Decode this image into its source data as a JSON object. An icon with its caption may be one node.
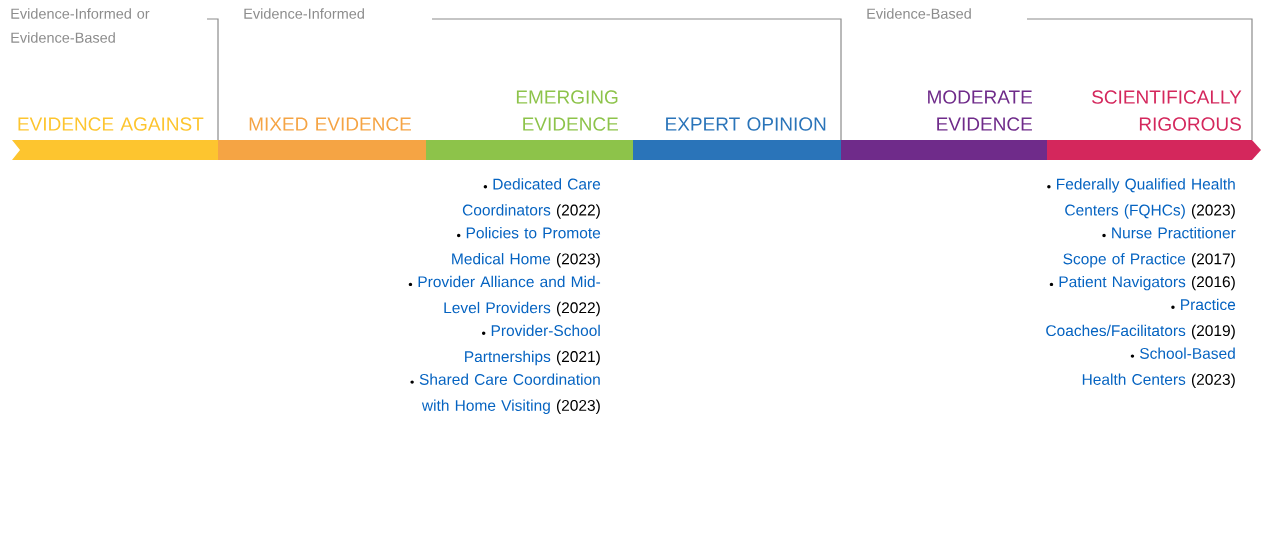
{
  "diagram": {
    "nodes": [
      {
        "text": [
          "EVIDENCE AGAINST"
        ]
      },
      {
        "text": [
          "MIXED EVIDENCE"
        ]
      },
      {
        "text": [
          "EMERGING EVIDENCE"
        ]
      },
      {
        "text": [
          "EXPERT OPINION"
        ]
      },
      {
        "text": [
          "MODERATE EVIDENCE"
        ]
      },
      {
        "text": [
          "SCIENTIFICALLY RIGOROUS"
        ]
      }
    ],
    "labels": [
      "Evidence-Informed or Evidence-Based",
      "Evidence-Informed",
      "Evidence-Based",
      "Dedicated Care Coordinators",
      "(2022)",
      "Policies to Promote Medical Home",
      "(2023)",
      "Provider Alliance and Mid-Level Providers",
      "(2022)",
      "Provider-School Partnerships",
      "(2021)",
      "Shared Care Coordination with Home Visiting",
      "(2023)",
      "Federally Qualified Health Centers (FQHCs)",
      "(2023)",
      "Nurse Practitioner Scope of Practice",
      "(2017)",
      "Patient Navigators",
      "(2016)",
      "Practice Coaches/Facilitators",
      "(2019)",
      "School-Based Health Centers",
      "(2023)"
    ]
  }
}
